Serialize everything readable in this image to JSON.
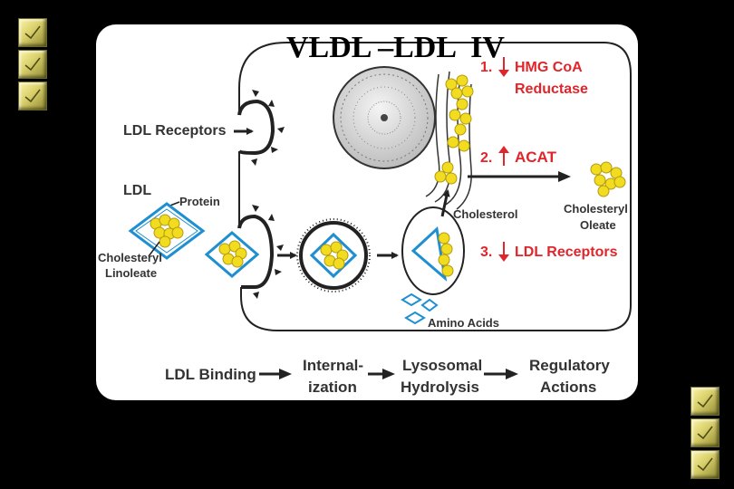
{
  "slide": {
    "title": "VLDL –LDL  IV"
  },
  "diagram": {
    "left_labels": {
      "ldl_receptors": "LDL Receptors",
      "ldl": "LDL",
      "protein": "Protein",
      "cholesteryl": "Cholesteryl",
      "linoleate": "Linoleate"
    },
    "regulation": {
      "item1_number": "1.",
      "item1_line1": "HMG CoA",
      "item1_line2": "Reductase",
      "item2_number": "2.",
      "item2_text": "ACAT",
      "item3_number": "3.",
      "item3_text": "LDL Receptors"
    },
    "cell_labels": {
      "cholesterol": "Cholesterol",
      "cholesteryl_oleate_line1": "Cholesteryl",
      "cholesteryl_oleate_line2": "Oleate",
      "amino_acids": "Amino Acids"
    },
    "steps": {
      "step1": "LDL Binding",
      "step2_line1": "Internal-",
      "step2_line2": "ization",
      "step3_line1": "Lysosomal",
      "step3_line2": "Hydrolysis",
      "step4_line1": "Regulatory",
      "step4_line2": "Actions"
    },
    "colors": {
      "regulation_red": "#e0252b",
      "ldl_blue": "#1e8fd0",
      "cholesterol_yellow": "#f2dc1f"
    }
  }
}
